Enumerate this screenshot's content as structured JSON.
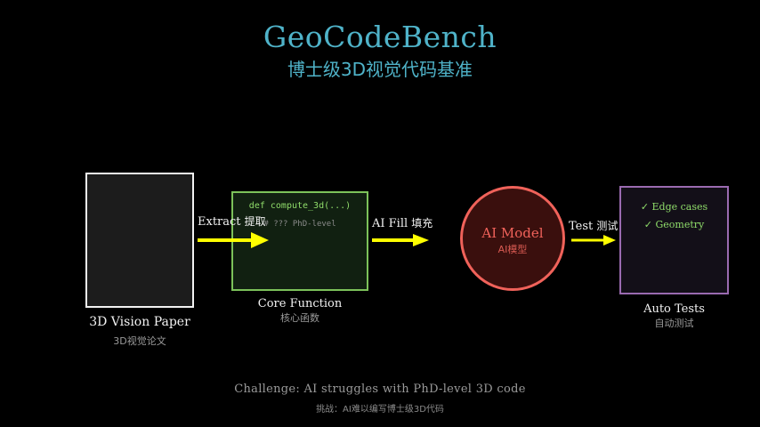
{
  "header": {
    "title": "GeoCodeBench",
    "subtitle": "博士级3D视觉代码基准"
  },
  "nodes": {
    "paper": {
      "label": "3D Vision Paper",
      "sublabel": "3D视觉论文"
    },
    "core": {
      "code_line1": "def compute_3d(...)",
      "code_line2": "# ??? PhD-level",
      "label": "Core Function",
      "sublabel": "核心函数"
    },
    "ai": {
      "label": "AI Model",
      "sublabel": "AI模型"
    },
    "tests": {
      "item1": "✓ Edge cases",
      "item2": "✓ Geometry",
      "label": "Auto Tests",
      "sublabel": "自动测试"
    }
  },
  "edges": {
    "extract": {
      "en": "Extract",
      "cn": "提取"
    },
    "fill": {
      "en": "AI Fill",
      "cn": "填充"
    },
    "test": {
      "en": "Test",
      "cn": "测试"
    }
  },
  "footer": {
    "challenge": "Challenge: AI struggles with PhD-level 3D code",
    "challenge_cn": "挑战：AI难以编写博士级3D代码"
  },
  "colors": {
    "title": "#4fb3c9",
    "arrow": "#ffff00",
    "paper_border": "#f2f2f2",
    "core_border": "#7cc25a",
    "ai_border": "#f0625a",
    "tests_border": "#9a6ab0"
  }
}
